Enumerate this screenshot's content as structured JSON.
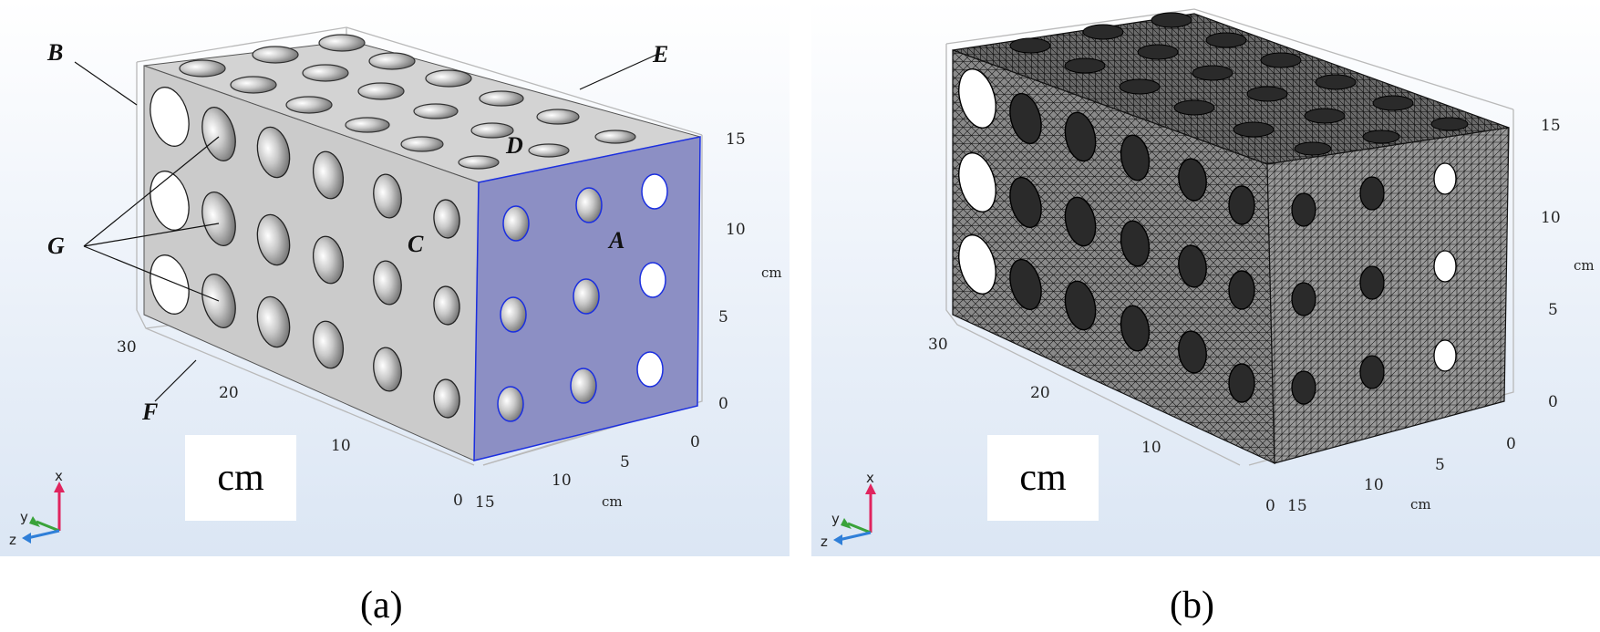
{
  "panel_a": {
    "caption": "(a)",
    "cm_box": "cm",
    "labels": {
      "A": "A",
      "B": "B",
      "C": "C",
      "D": "D",
      "E": "E",
      "F": "F",
      "G": "G"
    },
    "ticks_right": [
      "15",
      "10",
      "5",
      "0"
    ],
    "ticks_bottom": [
      "15",
      "10",
      "5",
      "0"
    ],
    "ticks_left": [
      "30",
      "20",
      "10",
      "0"
    ],
    "unit": "cm",
    "triad": {
      "x": "x",
      "y": "y",
      "z": "z"
    }
  },
  "panel_b": {
    "caption": "(b)",
    "cm_box": "cm",
    "ticks_right": [
      "15",
      "10",
      "5",
      "0"
    ],
    "ticks_bottom": [
      "15",
      "10",
      "5",
      "0"
    ],
    "ticks_left": [
      "30",
      "20",
      "10",
      "0"
    ],
    "unit": "cm",
    "triad": {
      "x": "x",
      "y": "y",
      "z": "z"
    }
  },
  "colors": {
    "face_gray": "#cfcfcf",
    "face_A": "#8c8fc4",
    "mesh": "#1a1a1a",
    "x_axis": "#e0245e",
    "y_axis": "#3aa33a",
    "z_axis": "#2f7fd8"
  }
}
